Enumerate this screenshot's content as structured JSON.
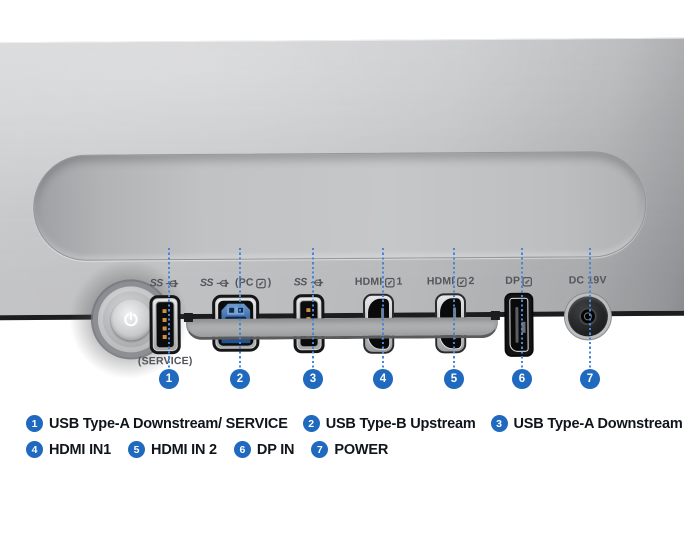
{
  "colors": {
    "accent_blue": "#1f6abe",
    "leader_blue": "#4a86d8",
    "legend_text": "#10151c"
  },
  "panel": {
    "power_button": {
      "icon": "power"
    },
    "ports": [
      {
        "type": "usb-a",
        "label": "SS",
        "sublabel": "(SERVICE)"
      },
      {
        "type": "usb-b",
        "label": "SS",
        "paren_open": "(PC",
        "paren_close": ")"
      },
      {
        "type": "usb-a",
        "label": "SS"
      },
      {
        "type": "hdmi",
        "label": "HDMI",
        "num": "1"
      },
      {
        "type": "hdmi",
        "label": "HDMI",
        "num": "2"
      },
      {
        "type": "dp",
        "label": "DP"
      },
      {
        "type": "dc",
        "label": "DC 19V"
      }
    ]
  },
  "callouts": {
    "numbers": [
      "1",
      "2",
      "3",
      "4",
      "5",
      "6",
      "7"
    ]
  },
  "legend": {
    "items": [
      {
        "num": "1",
        "text": "USB Type-A Downstream/ SERVICE"
      },
      {
        "num": "2",
        "text": "USB Type-B Upstream"
      },
      {
        "num": "3",
        "text": "USB Type-A Downstream"
      },
      {
        "num": "4",
        "text": "HDMI IN1"
      },
      {
        "num": "5",
        "text": "HDMI IN 2"
      },
      {
        "num": "6",
        "text": "DP IN"
      },
      {
        "num": "7",
        "text": "POWER"
      }
    ]
  }
}
